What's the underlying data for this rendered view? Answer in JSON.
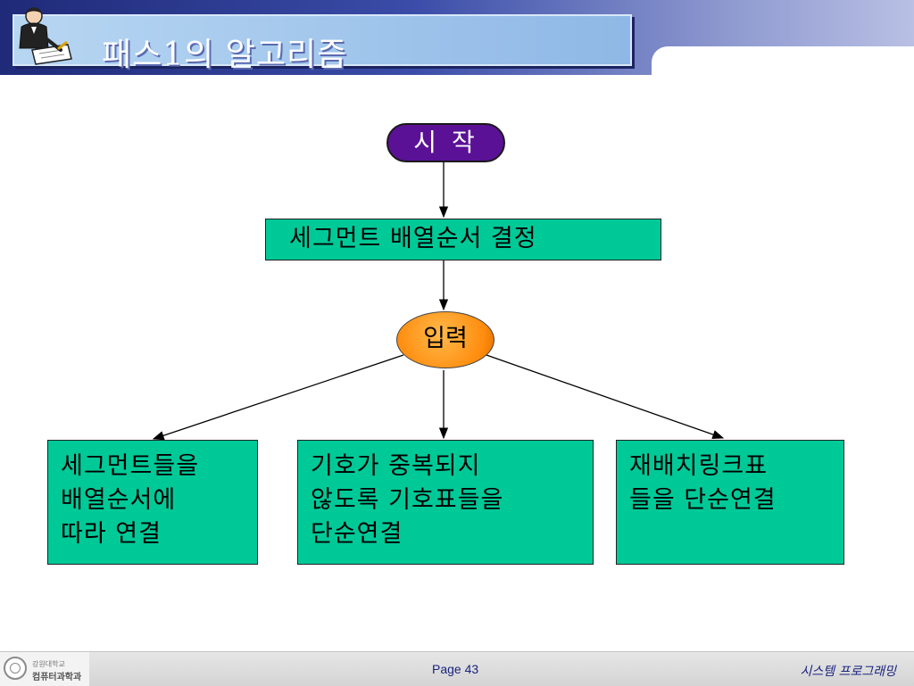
{
  "slide": {
    "title": "패스1의 알고리즘"
  },
  "flowchart": {
    "start": "시 작",
    "decide": "세그먼트 배열순서 결정",
    "input": "입력",
    "outputs": [
      "세그먼트들을\n배열순서에\n따라 연결",
      "기호가 중복되지\n않도록 기호표들을\n단순연결",
      "재배치링크표\n들을 단순연결"
    ]
  },
  "footer": {
    "logo_line1": "강원대학교",
    "logo_line2": "컴퓨터과학과",
    "page": "Page 43",
    "course": "시스템 프로그래밍"
  },
  "colors": {
    "header_dark": "#1f2a78",
    "start_node": "#5a1196",
    "process_box": "#00c998",
    "input_node": "#ff8c0e",
    "footer_text": "#1a237e"
  },
  "icons": {
    "header": "person-writing-icon",
    "footer": "university-seal-icon"
  }
}
